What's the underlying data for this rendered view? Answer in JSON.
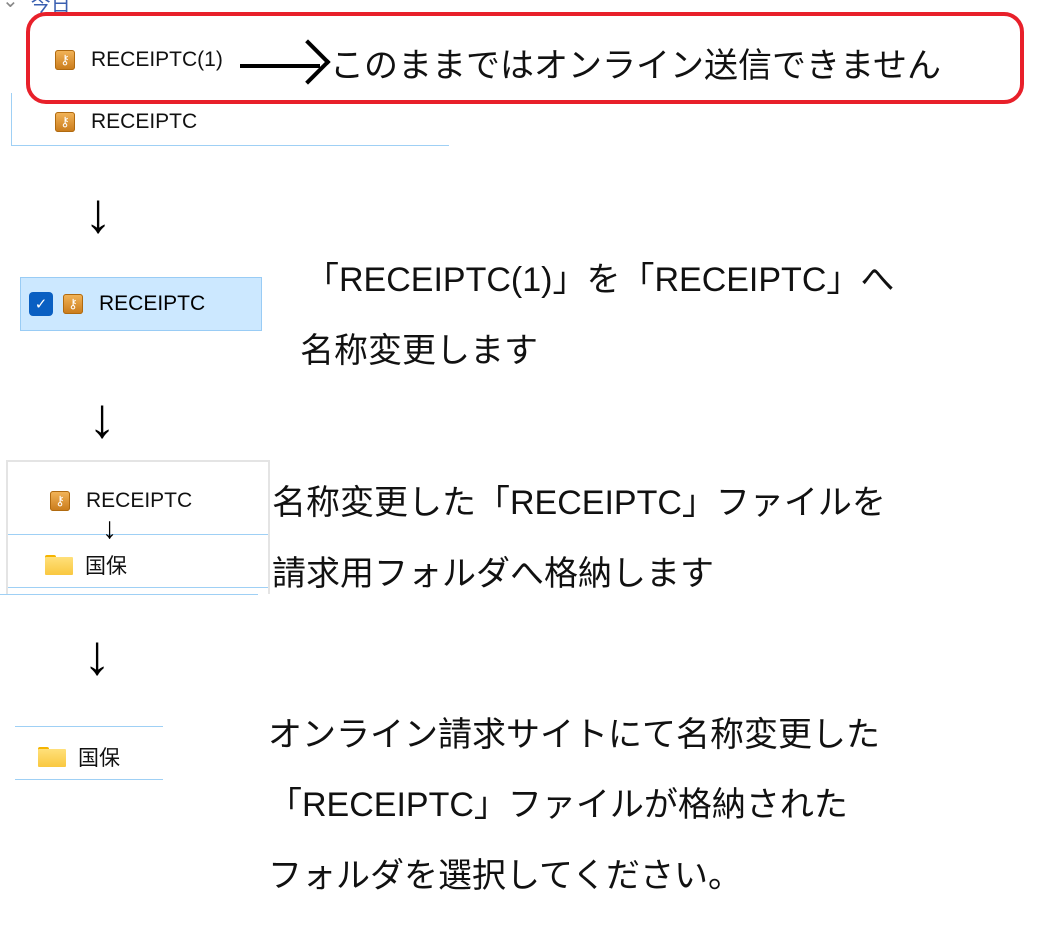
{
  "header": {
    "group_label": "今日"
  },
  "files": {
    "duplicate": "RECEIPTC(1)",
    "original": "RECEIPTC",
    "renamed": "RECEIPTC",
    "moved": "RECEIPTC",
    "folder": "国保",
    "target_folder": "国保"
  },
  "notes": {
    "warning": "このままではオンライン送信できません",
    "step1_line1": "「RECEIPTC(1)」を「RECEIPTC」へ",
    "step1_line2": "名称変更します",
    "step2_line1": "名称変更した「RECEIPTC」ファイルを",
    "step2_line2": "請求用フォルダへ格納します",
    "step3_line1": "オンライン請求サイトにて名称変更した",
    "step3_line2": "「RECEIPTC」ファイルが格納された",
    "step3_line3": "フォルダを選択してください。"
  },
  "colors": {
    "highlight_border": "#e8202a",
    "selection": "#cce8ff",
    "checkbox": "#0a5fc2"
  }
}
